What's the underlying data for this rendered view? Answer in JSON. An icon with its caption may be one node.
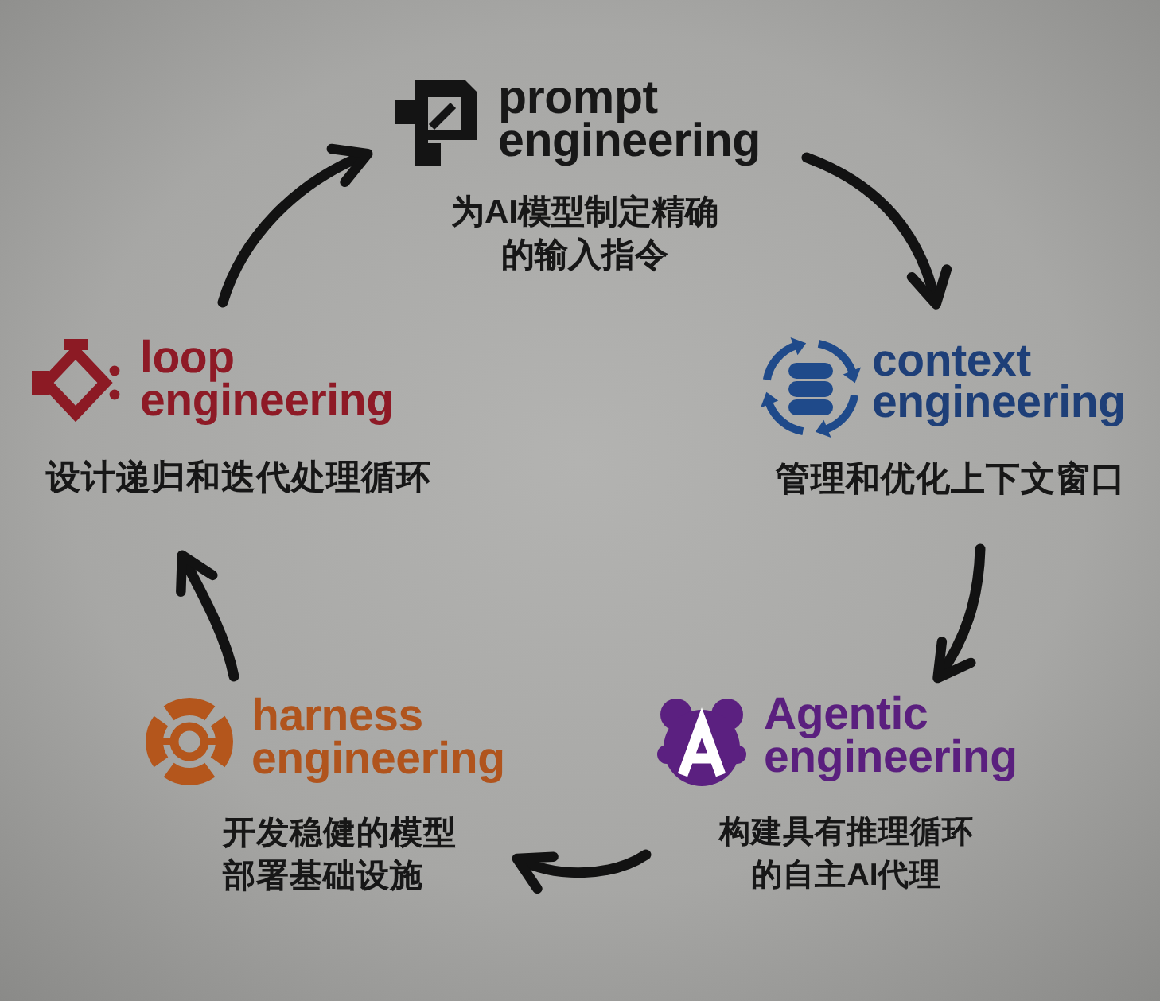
{
  "diagram": {
    "nodes": [
      {
        "text": [
          "prompt engineering",
          "为AI模型制定精确的输入指令"
        ]
      },
      {
        "text": [
          "context engineering",
          "管理和优化上下文窗口"
        ]
      },
      {
        "text": [
          "Agentic engineering",
          "构建具有推理循环的自主AI代理"
        ]
      },
      {
        "text": [
          "harness engineering",
          "开发稳健的模型部署基础设施"
        ]
      },
      {
        "text": [
          "loop engineering",
          "设计递归和迭代处理循环"
        ]
      }
    ],
    "edges": [
      {
        "from": 0,
        "to": 1,
        "arrow": "to"
      },
      {
        "from": 1,
        "to": 2,
        "arrow": "to"
      },
      {
        "from": 2,
        "to": 3,
        "arrow": "to"
      },
      {
        "from": 3,
        "to": 4,
        "arrow": "to"
      },
      {
        "from": 4,
        "to": 0,
        "arrow": "to"
      }
    ]
  }
}
